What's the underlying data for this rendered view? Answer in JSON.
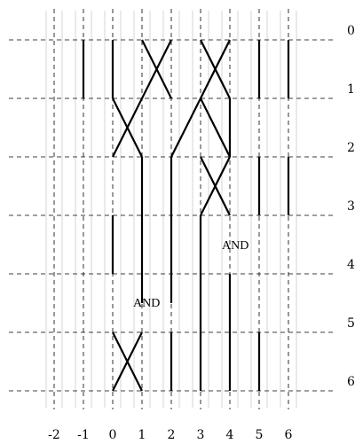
{
  "x_labels": [
    "-2",
    "-1",
    "0",
    "1",
    "2",
    "3",
    "4",
    "5",
    "6"
  ],
  "y_labels": [
    "0",
    "1",
    "2",
    "3",
    "4",
    "5",
    "6"
  ],
  "gate_labels": [
    "AND",
    "AND"
  ],
  "colors": {
    "grid": "#000000",
    "faint": "#d6d6d6",
    "wire": "#000000"
  }
}
